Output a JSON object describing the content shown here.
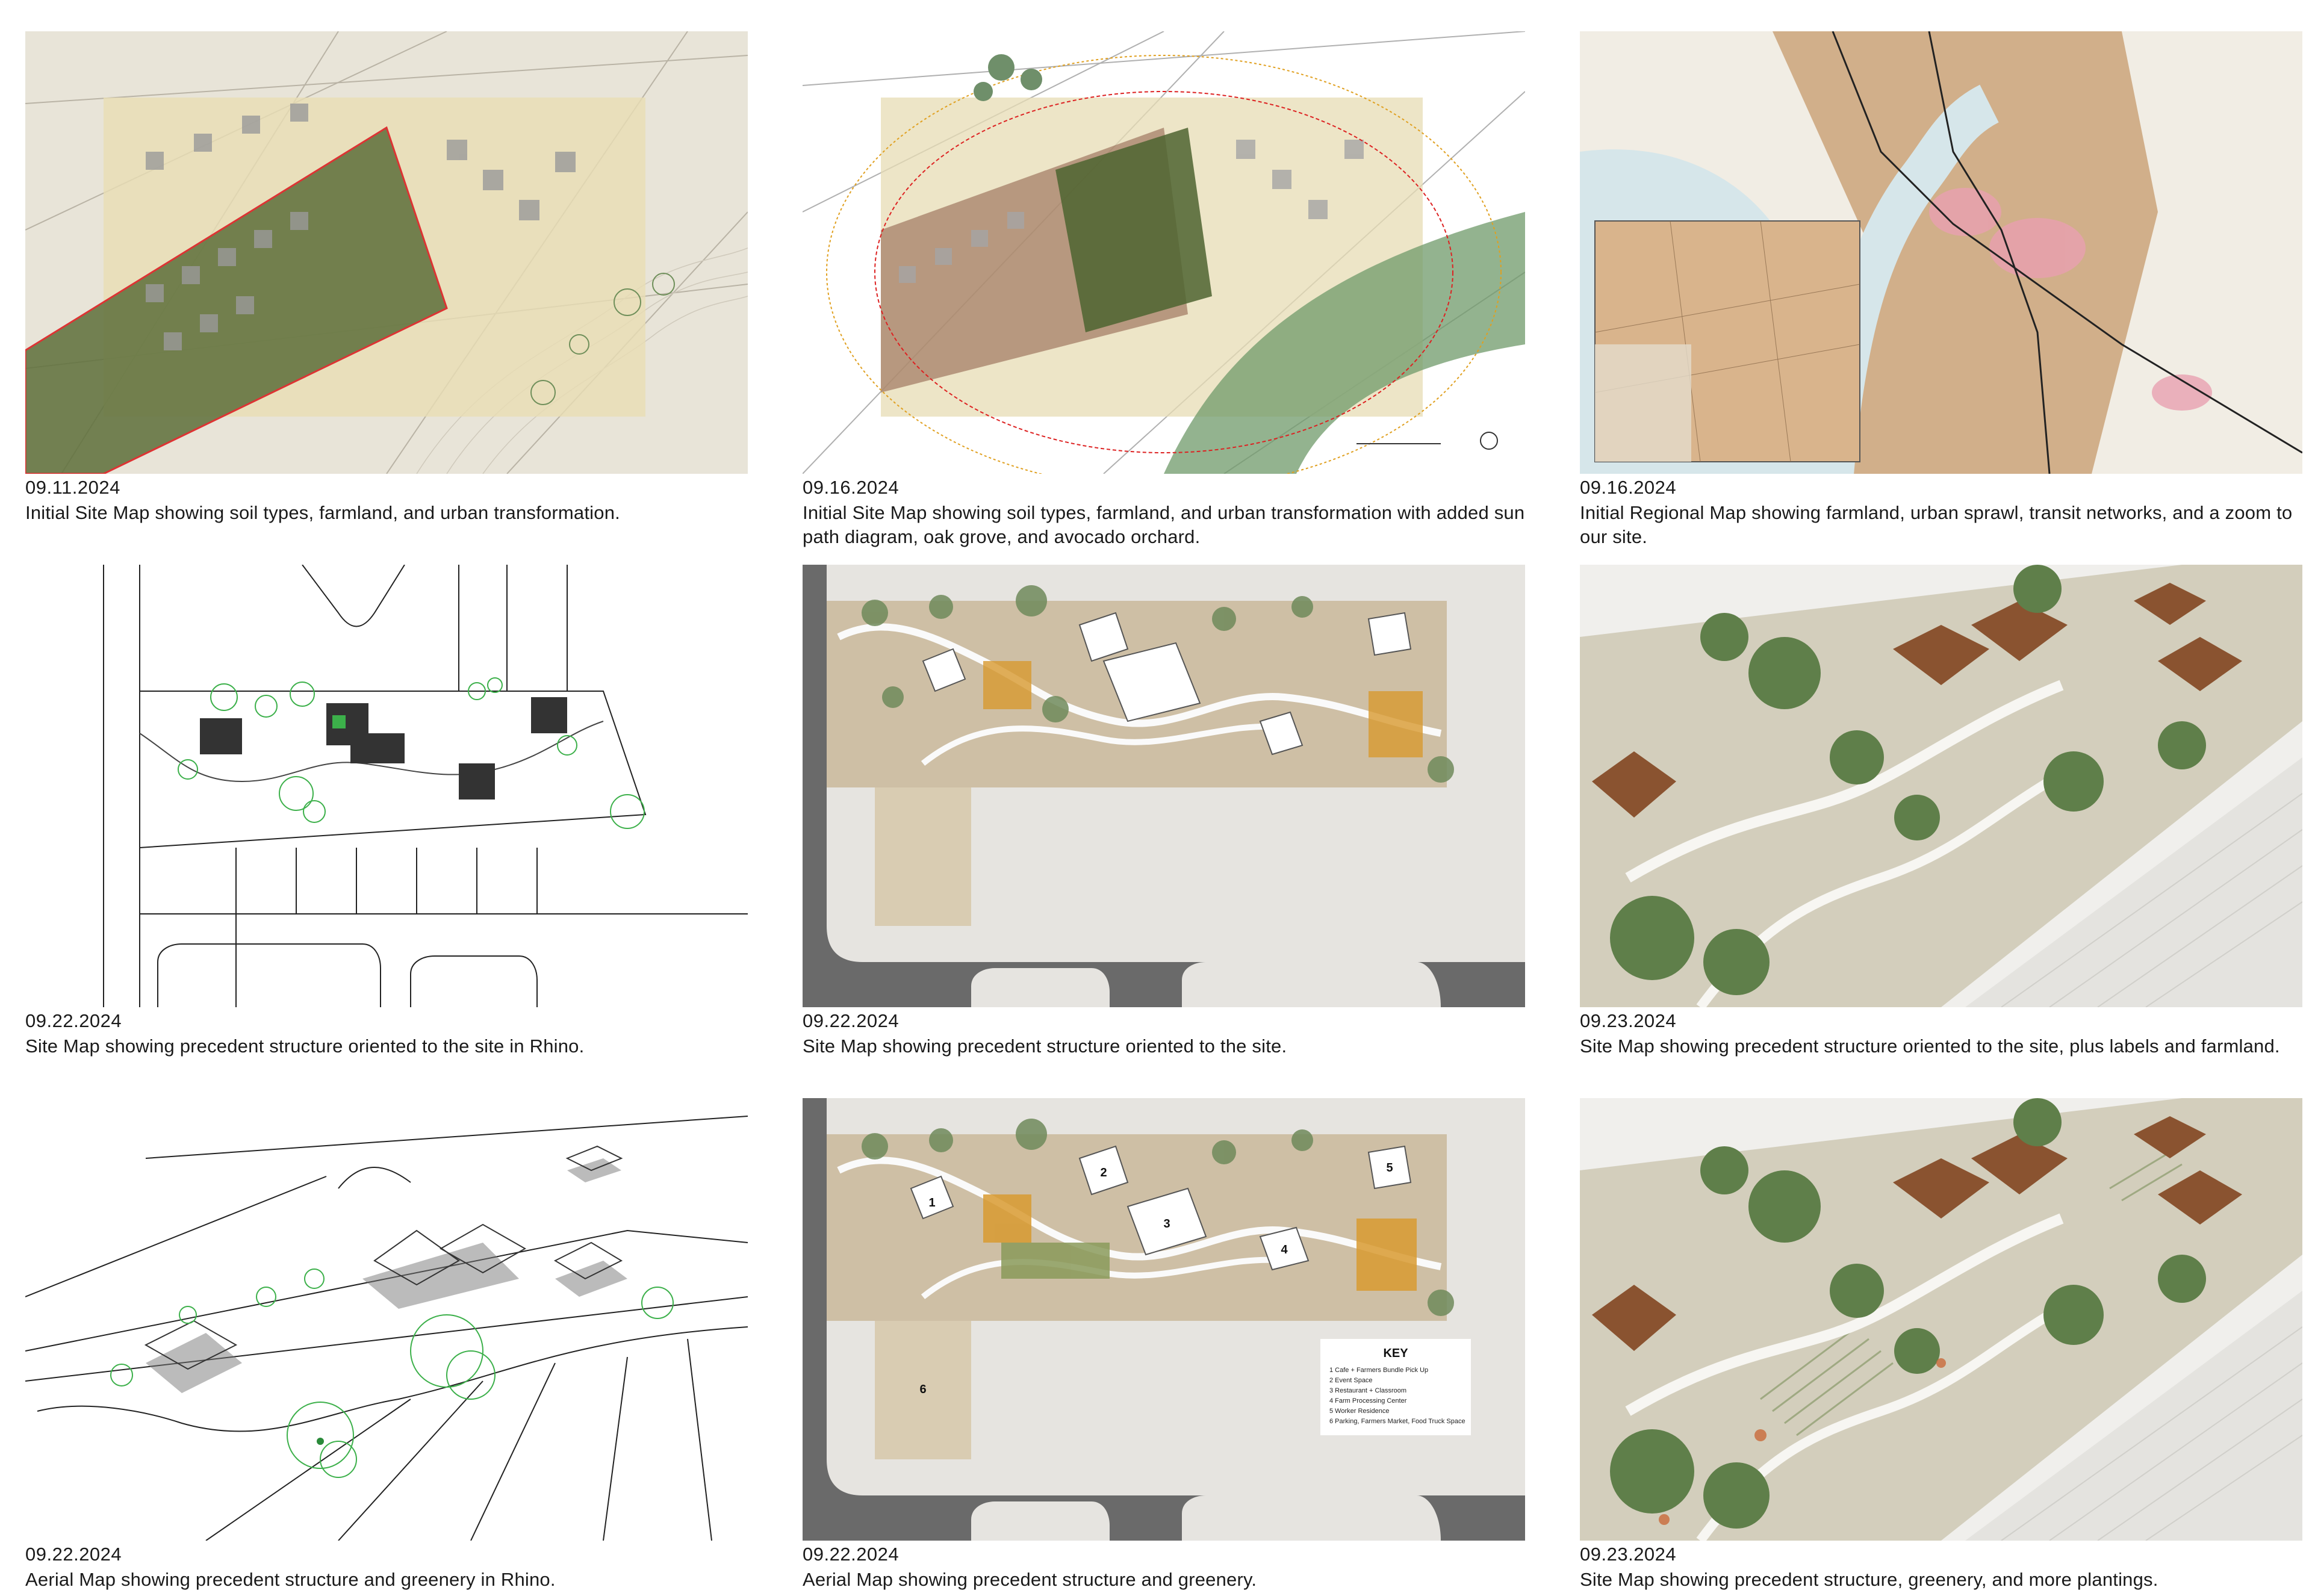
{
  "panels": [
    {
      "date": "09.11.2024",
      "caption": "Initial Site Map showing soil types, farmland, and urban transformation."
    },
    {
      "date": "09.16.2024",
      "caption": "Initial Site Map showing soil types, farmland, and urban transformation with added sun path diagram, oak grove, and avocado orchard."
    },
    {
      "date": "09.16.2024",
      "caption": "Initial Regional Map showing farmland, urban sprawl, transit networks, and a zoom to our site."
    },
    {
      "date": "09.22.2024",
      "caption": "Site Map showing precedent structure oriented to the site in Rhino."
    },
    {
      "date": "09.22.2024",
      "caption": "Site Map showing precedent structure oriented to the site."
    },
    {
      "date": "09.23.2024",
      "caption": "Site Map showing precedent structure oriented to the site, plus labels and farmland."
    },
    {
      "date": "09.22.2024",
      "caption": "Aerial Map showing precedent structure and greenery in Rhino."
    },
    {
      "date": "09.22.2024",
      "caption": "Aerial Map showing precedent structure and greenery."
    },
    {
      "date": "09.23.2024",
      "caption": "Site Map showing precedent structure, greenery, and more plantings."
    }
  ],
  "key": {
    "title": "KEY",
    "items": [
      "1 Cafe + Farmers Bundle Pick Up",
      "2 Event Space",
      "3 Restaurant + Classroom",
      "4 Farm Processing Center",
      "5 Worker Residence",
      "6 Parking, Farmers Market, Food Truck Space"
    ],
    "labels": [
      "1",
      "2",
      "3",
      "4",
      "5",
      "6"
    ]
  }
}
